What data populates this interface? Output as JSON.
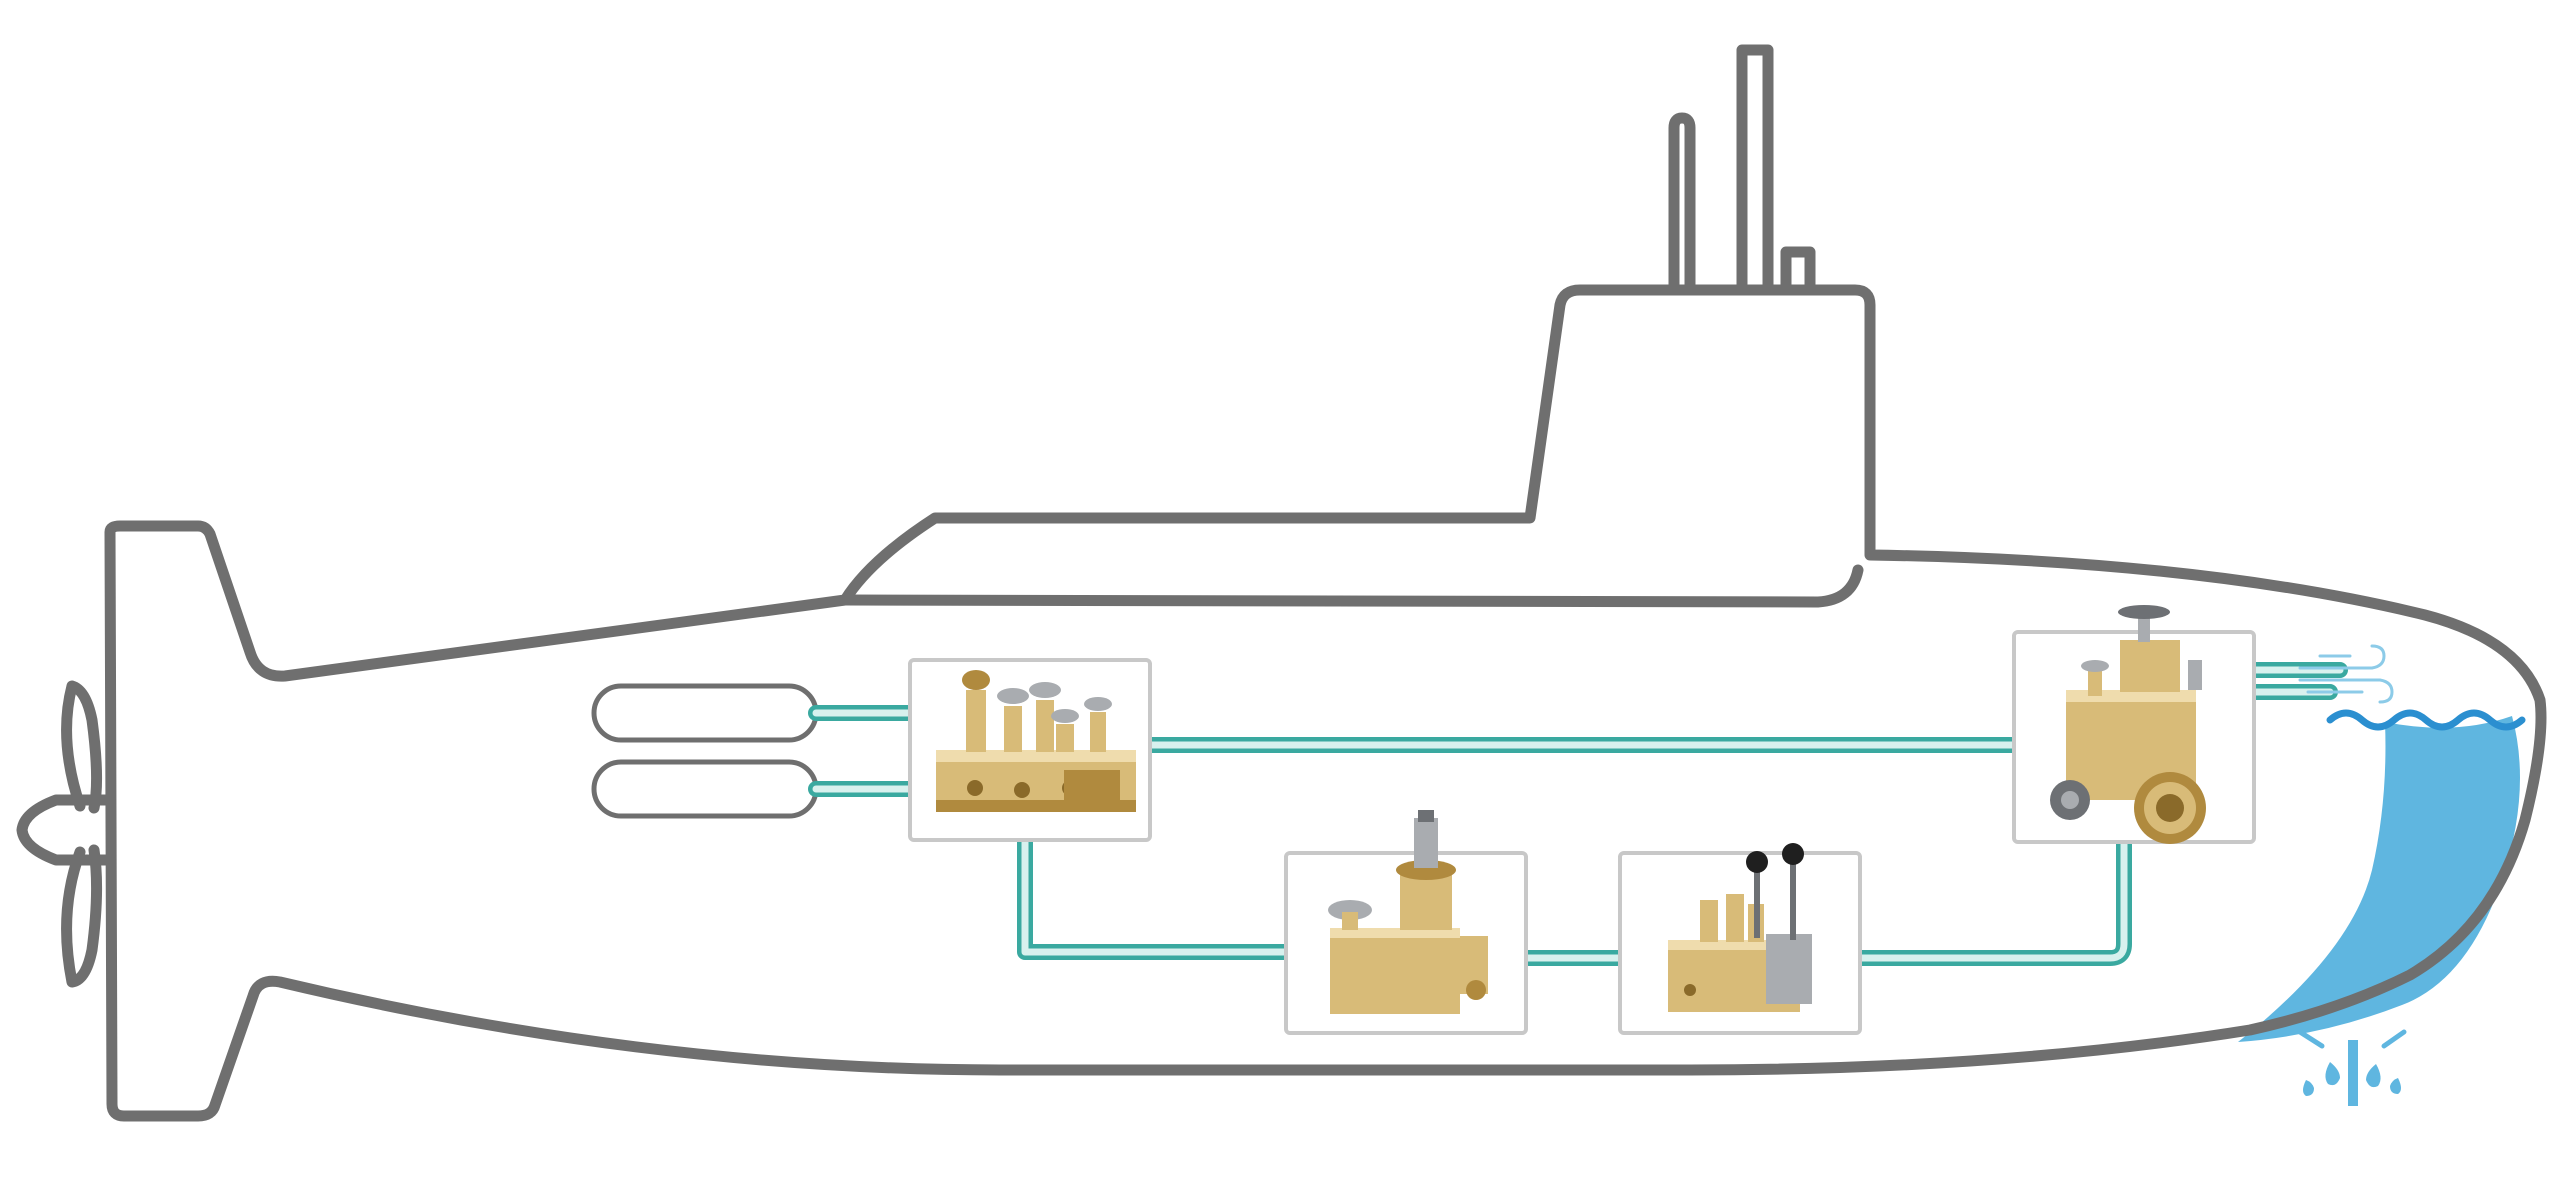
{
  "diagram": {
    "colors": {
      "hull_stroke": "#6f6f6f",
      "pipe": "#3aa9a0",
      "water": "#5fb6e0",
      "brass": "#d8bb78",
      "box_border": "#c8c8c8"
    },
    "components": [
      {
        "id": "air-tank-upper",
        "icon": "compressed-air-cylinder"
      },
      {
        "id": "air-tank-lower",
        "icon": "compressed-air-cylinder"
      },
      {
        "id": "manifold-block",
        "icon": "multi-valve-manifold"
      },
      {
        "id": "pressure-reducer",
        "icon": "pressure-reducing-valve"
      },
      {
        "id": "lever-control-block",
        "icon": "lever-operated-valve-block"
      },
      {
        "id": "blow-valve",
        "icon": "main-ballast-blow-valve"
      }
    ],
    "indicators": [
      "air-vent-icon",
      "water-surface-waves-icon",
      "water-inflow-splash-icon",
      "ballast-water-fill"
    ]
  }
}
